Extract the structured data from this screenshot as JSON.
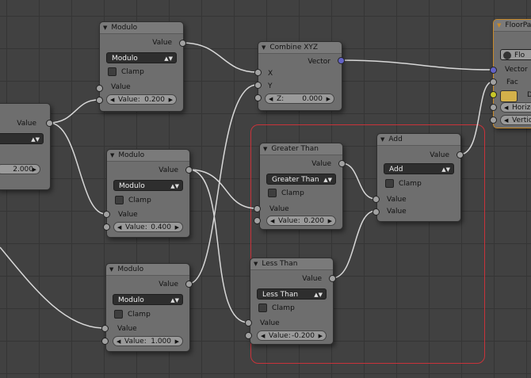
{
  "nodes": {
    "left_partial": {
      "output": "Value",
      "field_value": "2.000"
    },
    "modulo1": {
      "title": "Modulo",
      "output": "Value",
      "operation": "Modulo",
      "clamp": "Clamp",
      "input": "Value",
      "field_label": "Value:",
      "field_value": "0.200"
    },
    "modulo2": {
      "title": "Modulo",
      "output": "Value",
      "operation": "Modulo",
      "clamp": "Clamp",
      "input": "Value",
      "field_label": "Value:",
      "field_value": "0.400"
    },
    "modulo3": {
      "title": "Modulo",
      "output": "Value",
      "operation": "Modulo",
      "clamp": "Clamp",
      "input": "Value",
      "field_label": "Value:",
      "field_value": "1.000"
    },
    "combine_xyz": {
      "title": "Combine XYZ",
      "output": "Vector",
      "in_x": "X",
      "in_y": "Y",
      "field_label": "Z:",
      "field_value": "0.000"
    },
    "greater_than": {
      "title": "Greater Than",
      "output": "Value",
      "operation": "Greater Than",
      "clamp": "Clamp",
      "input": "Value",
      "field_label": "Value:",
      "field_value": "0.200"
    },
    "less_than": {
      "title": "Less Than",
      "output": "Value",
      "operation": "Less Than",
      "clamp": "Clamp",
      "input": "Value",
      "field_label": "Value:",
      "field_value": "-0.200"
    },
    "add": {
      "title": "Add",
      "output": "Value",
      "operation": "Add",
      "clamp": "Clamp",
      "input1": "Value",
      "input2": "Value"
    },
    "floor": {
      "title": "FloorPa",
      "dropdown": "Flo",
      "vector": "Vector",
      "fac": "Fac",
      "color_label": "D",
      "horizontal": "Horizon",
      "vertical": "Vertica"
    }
  },
  "colors": {
    "frame": "#c9333a",
    "vector_socket": "#6363c7",
    "value_socket": "#a1a1a1",
    "color_socket": "#c7c729",
    "group_border": "#c98a2a"
  },
  "icons": [
    "chevron-down-icon",
    "updown-arrow-icon",
    "checkbox-icon",
    "left-arrow-icon",
    "right-arrow-icon",
    "node-tree-icon"
  ]
}
